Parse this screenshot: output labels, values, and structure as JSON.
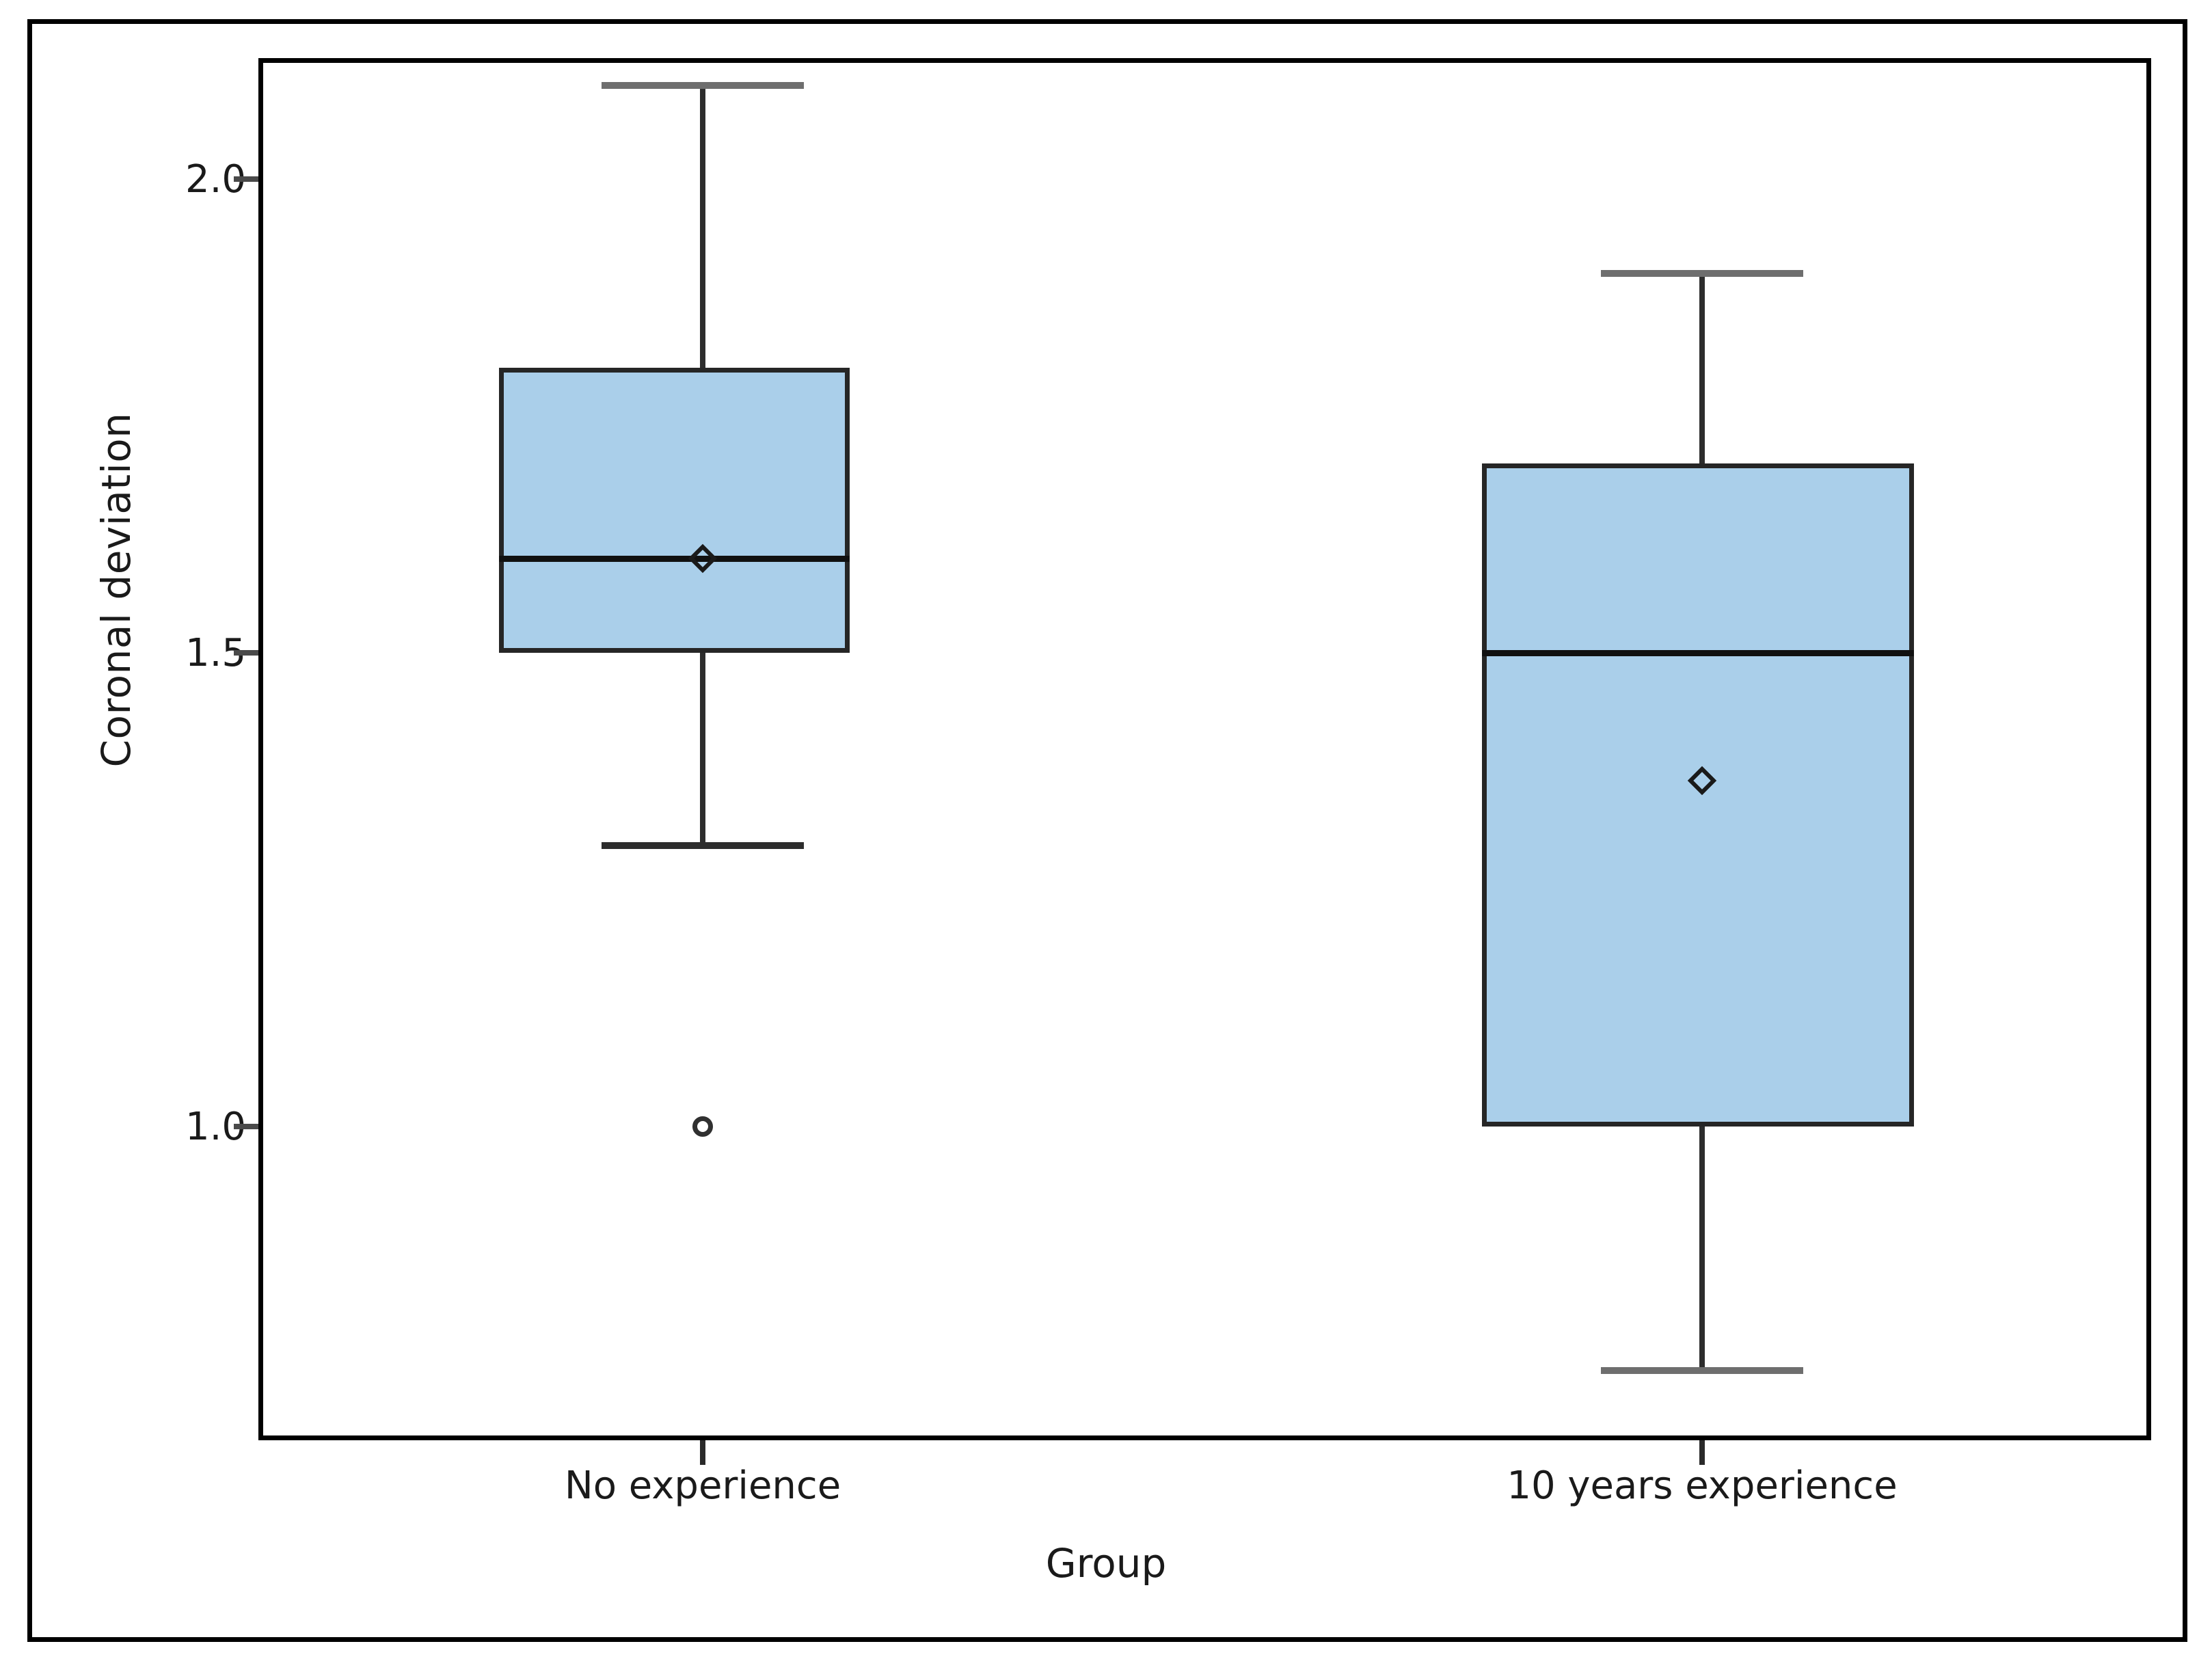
{
  "chart_data": {
    "type": "box",
    "title": "",
    "xlabel": "Group",
    "ylabel": "Coronal deviation",
    "categories": [
      "No experience",
      "10 years experience"
    ],
    "ytick_labels": [
      "2.0",
      "1.5",
      "1.0"
    ],
    "ytick_values": [
      2.0,
      1.5,
      1.0
    ],
    "ylim": [
      0.68,
      2.16
    ],
    "grid": false,
    "legend": "none",
    "box_fill_color": "#aacfea",
    "box_edge_color": "#262626",
    "whisker_color": "#6e6e6e",
    "mean_marker": "open-diamond",
    "outlier_marker": "open-circle",
    "series": [
      {
        "name": "No experience",
        "whisker_low": 1.3,
        "q1": 1.5,
        "median": 1.61,
        "q3": 1.8,
        "whisker_high": 2.11,
        "mean": 1.61,
        "outliers": [
          1.0
        ]
      },
      {
        "name": "10 years experience",
        "whisker_low": 0.74,
        "q1": 1.0,
        "median": 1.5,
        "q3": 1.7,
        "whisker_high": 1.88,
        "mean": 1.37,
        "outliers": []
      }
    ]
  },
  "axis": {
    "y_title": "Coronal deviation",
    "x_title": "Group",
    "yticks": [
      {
        "label": "2.0"
      },
      {
        "label": "1.5"
      },
      {
        "label": "1.0"
      }
    ],
    "xticks": [
      {
        "label": "No experience"
      },
      {
        "label": "10 years experience"
      }
    ]
  }
}
